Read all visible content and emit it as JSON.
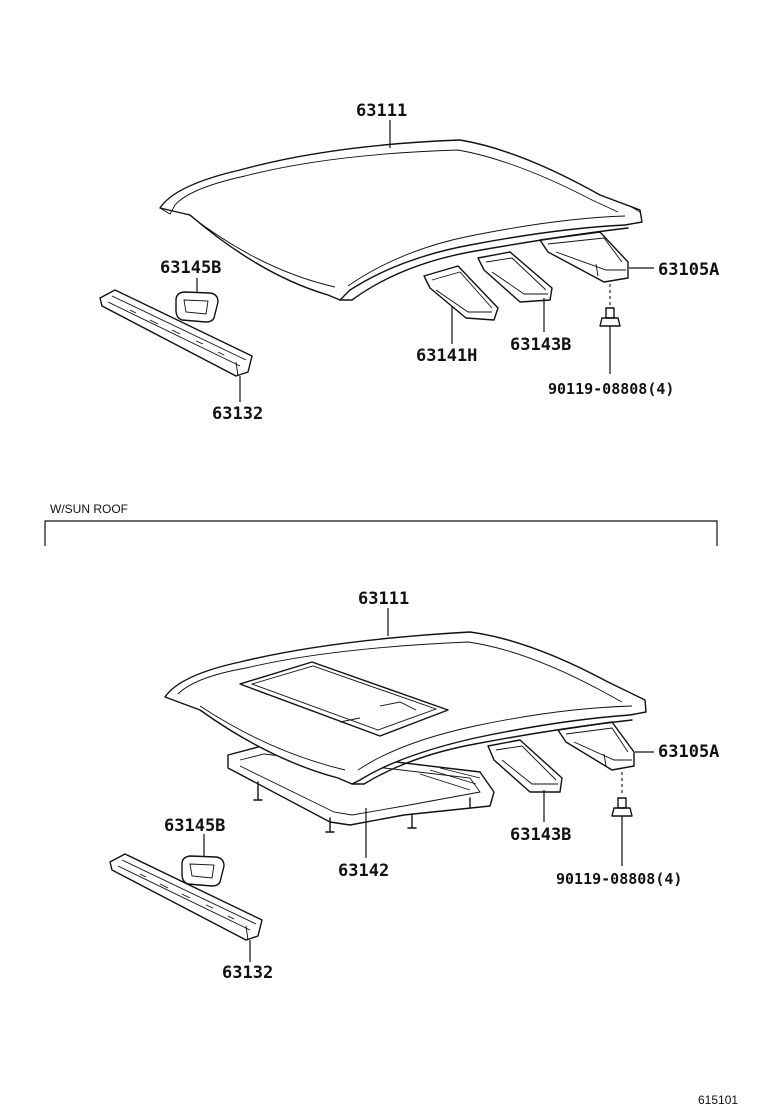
{
  "diagram": {
    "top": {
      "labels": {
        "roof_panel": "63111",
        "retainer_b": "63145B",
        "rear_rail": "63105A",
        "front_header": "63132",
        "reinforcement_h": "63141H",
        "reinforcement_b": "63143B",
        "bolt": "90119-08808(4)"
      }
    },
    "bottom": {
      "section_title": "W/SUN ROOF",
      "labels": {
        "roof_panel": "63111",
        "rear_rail": "63105A",
        "retainer_b": "63145B",
        "reinforcement_b": "63143B",
        "sunroof_frame": "63142",
        "bolt": "90119-08808(4)",
        "front_header": "63132"
      }
    },
    "figure_code": "615101"
  }
}
